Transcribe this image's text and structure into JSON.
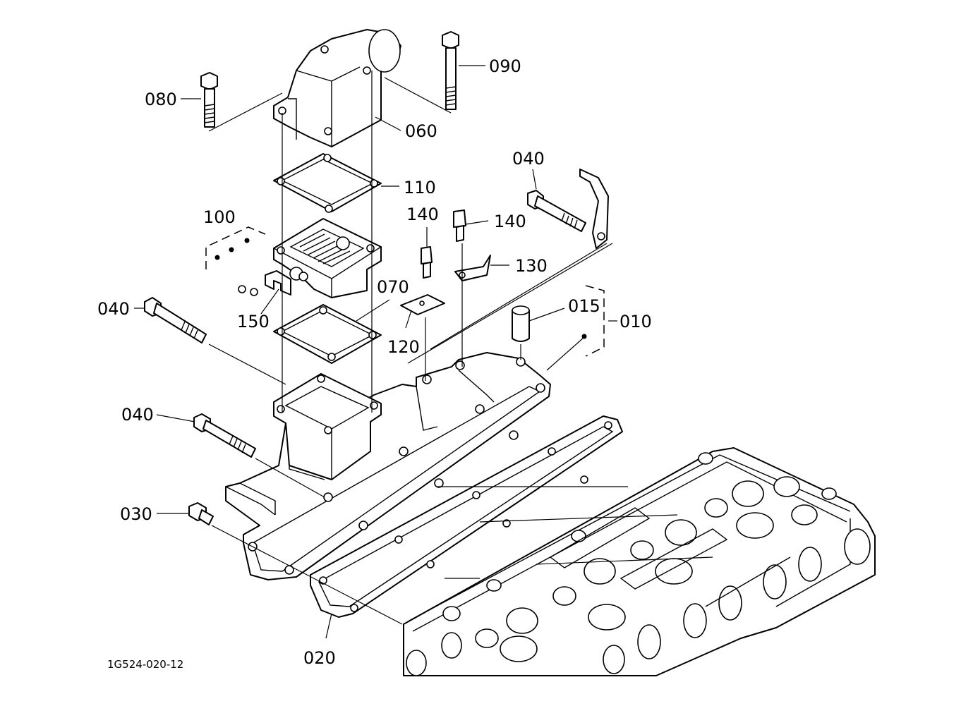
{
  "drawing_code": "1G524-020-12",
  "callouts": {
    "c080": "080",
    "c090": "090",
    "c060": "060",
    "c110": "110",
    "c040_bracket": "040",
    "c100": "100",
    "c140_a": "140",
    "c140_b": "140",
    "c130": "130",
    "c070": "070",
    "c040_left": "040",
    "c150": "150",
    "c015": "015",
    "c010": "010",
    "c120": "120",
    "c040_lower": "040",
    "c030": "030",
    "c020": "020"
  }
}
